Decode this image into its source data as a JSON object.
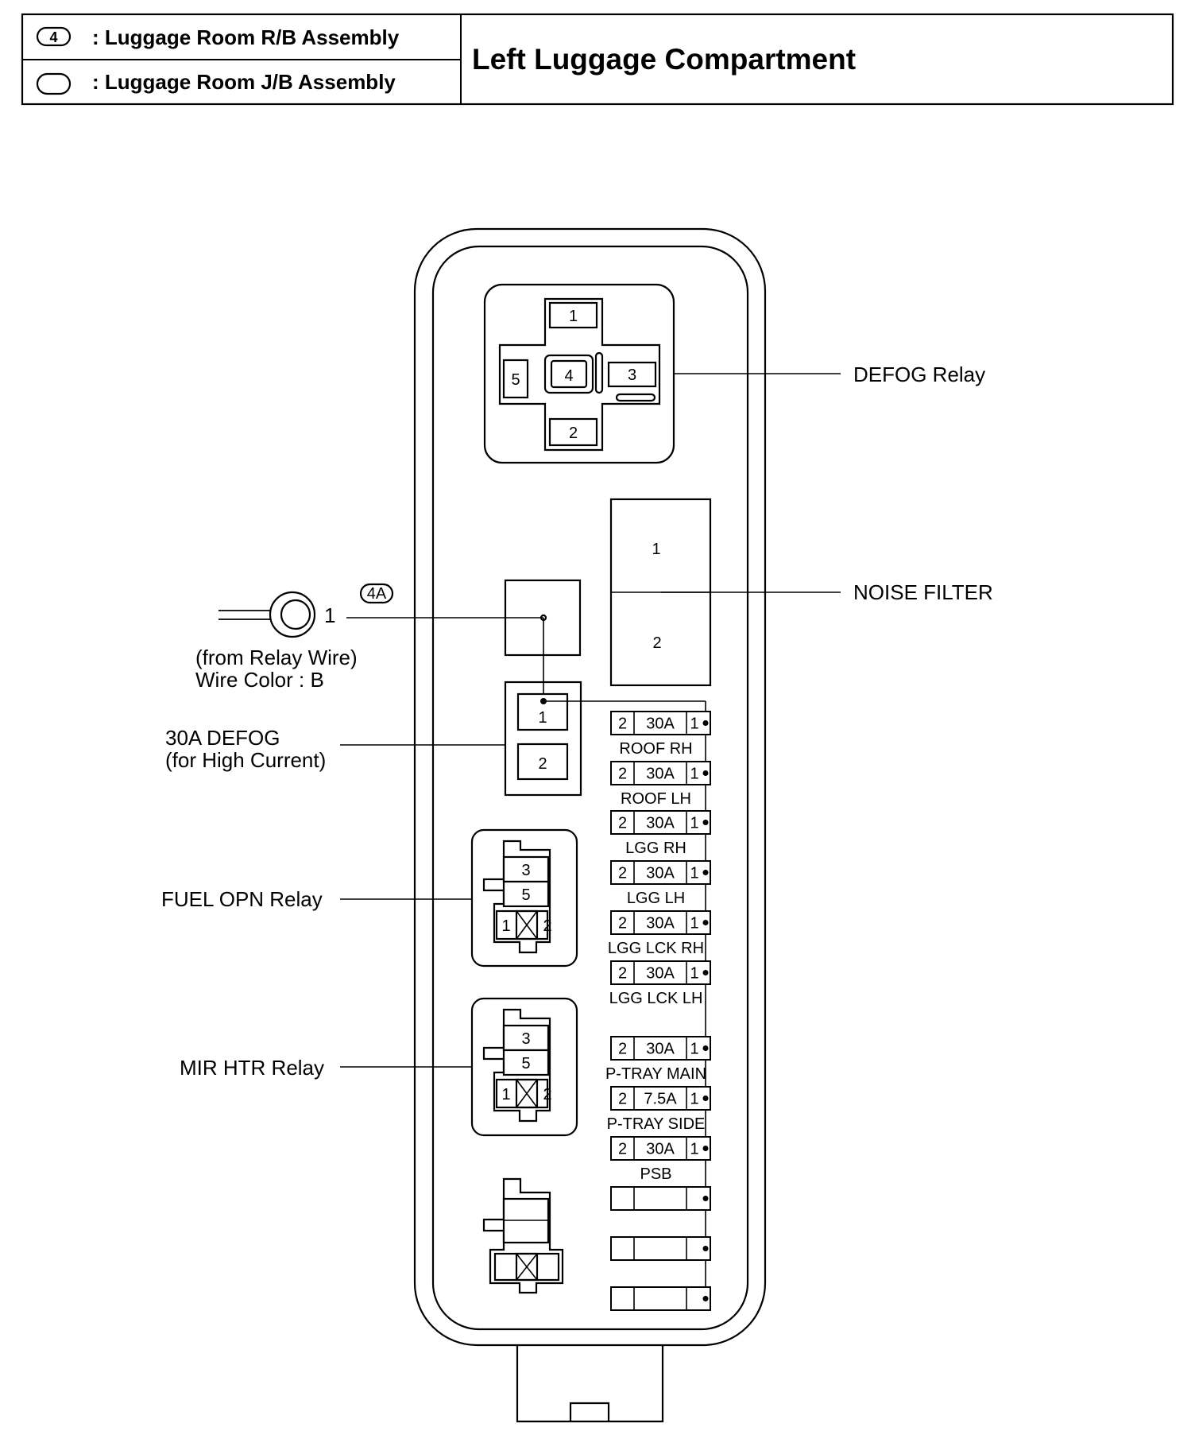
{
  "legend": {
    "rb_symbol": "4",
    "rb_label": ": Luggage Room R/B Assembly",
    "jb_label": ": Luggage Room J/B Assembly",
    "location_title": "Left Luggage Compartment"
  },
  "defog_relay": {
    "label": "DEFOG Relay",
    "pins": [
      "1",
      "5",
      "4",
      "3",
      "2"
    ]
  },
  "noise_filter": {
    "label": "NOISE FILTER",
    "pins": [
      "1",
      "2"
    ]
  },
  "terminal": {
    "connector_tag": "4A",
    "pin": "1",
    "note_line1": "(from Relay Wire)",
    "note_line2": "Wire Color : B"
  },
  "defog_30a": {
    "label_line1": "30A DEFOG",
    "label_line2": "(for High Current)",
    "pins": [
      "1",
      "2"
    ]
  },
  "fuel_opn_relay": {
    "label": "FUEL OPN Relay",
    "pins": [
      "3",
      "5",
      "1",
      "2"
    ]
  },
  "mir_htr_relay": {
    "label": "MIR HTR Relay",
    "pins": [
      "3",
      "5",
      "1",
      "2"
    ]
  },
  "fuses": [
    {
      "left_pin": "2",
      "rating": "30A",
      "right_pin": "1",
      "name": "ROOF RH"
    },
    {
      "left_pin": "2",
      "rating": "30A",
      "right_pin": "1",
      "name": "ROOF LH"
    },
    {
      "left_pin": "2",
      "rating": "30A",
      "right_pin": "1",
      "name": "LGG RH"
    },
    {
      "left_pin": "2",
      "rating": "30A",
      "right_pin": "1",
      "name": "LGG LH"
    },
    {
      "left_pin": "2",
      "rating": "30A",
      "right_pin": "1",
      "name": "LGG LCK RH"
    },
    {
      "left_pin": "2",
      "rating": "30A",
      "right_pin": "1",
      "name": "LGG LCK LH"
    },
    {
      "left_pin": "2",
      "rating": "30A",
      "right_pin": "1",
      "name": "P-TRAY MAIN"
    },
    {
      "left_pin": "2",
      "rating": "7.5A",
      "right_pin": "1",
      "name": "P-TRAY SIDE"
    },
    {
      "left_pin": "2",
      "rating": "30A",
      "right_pin": "1",
      "name": "PSB"
    }
  ]
}
